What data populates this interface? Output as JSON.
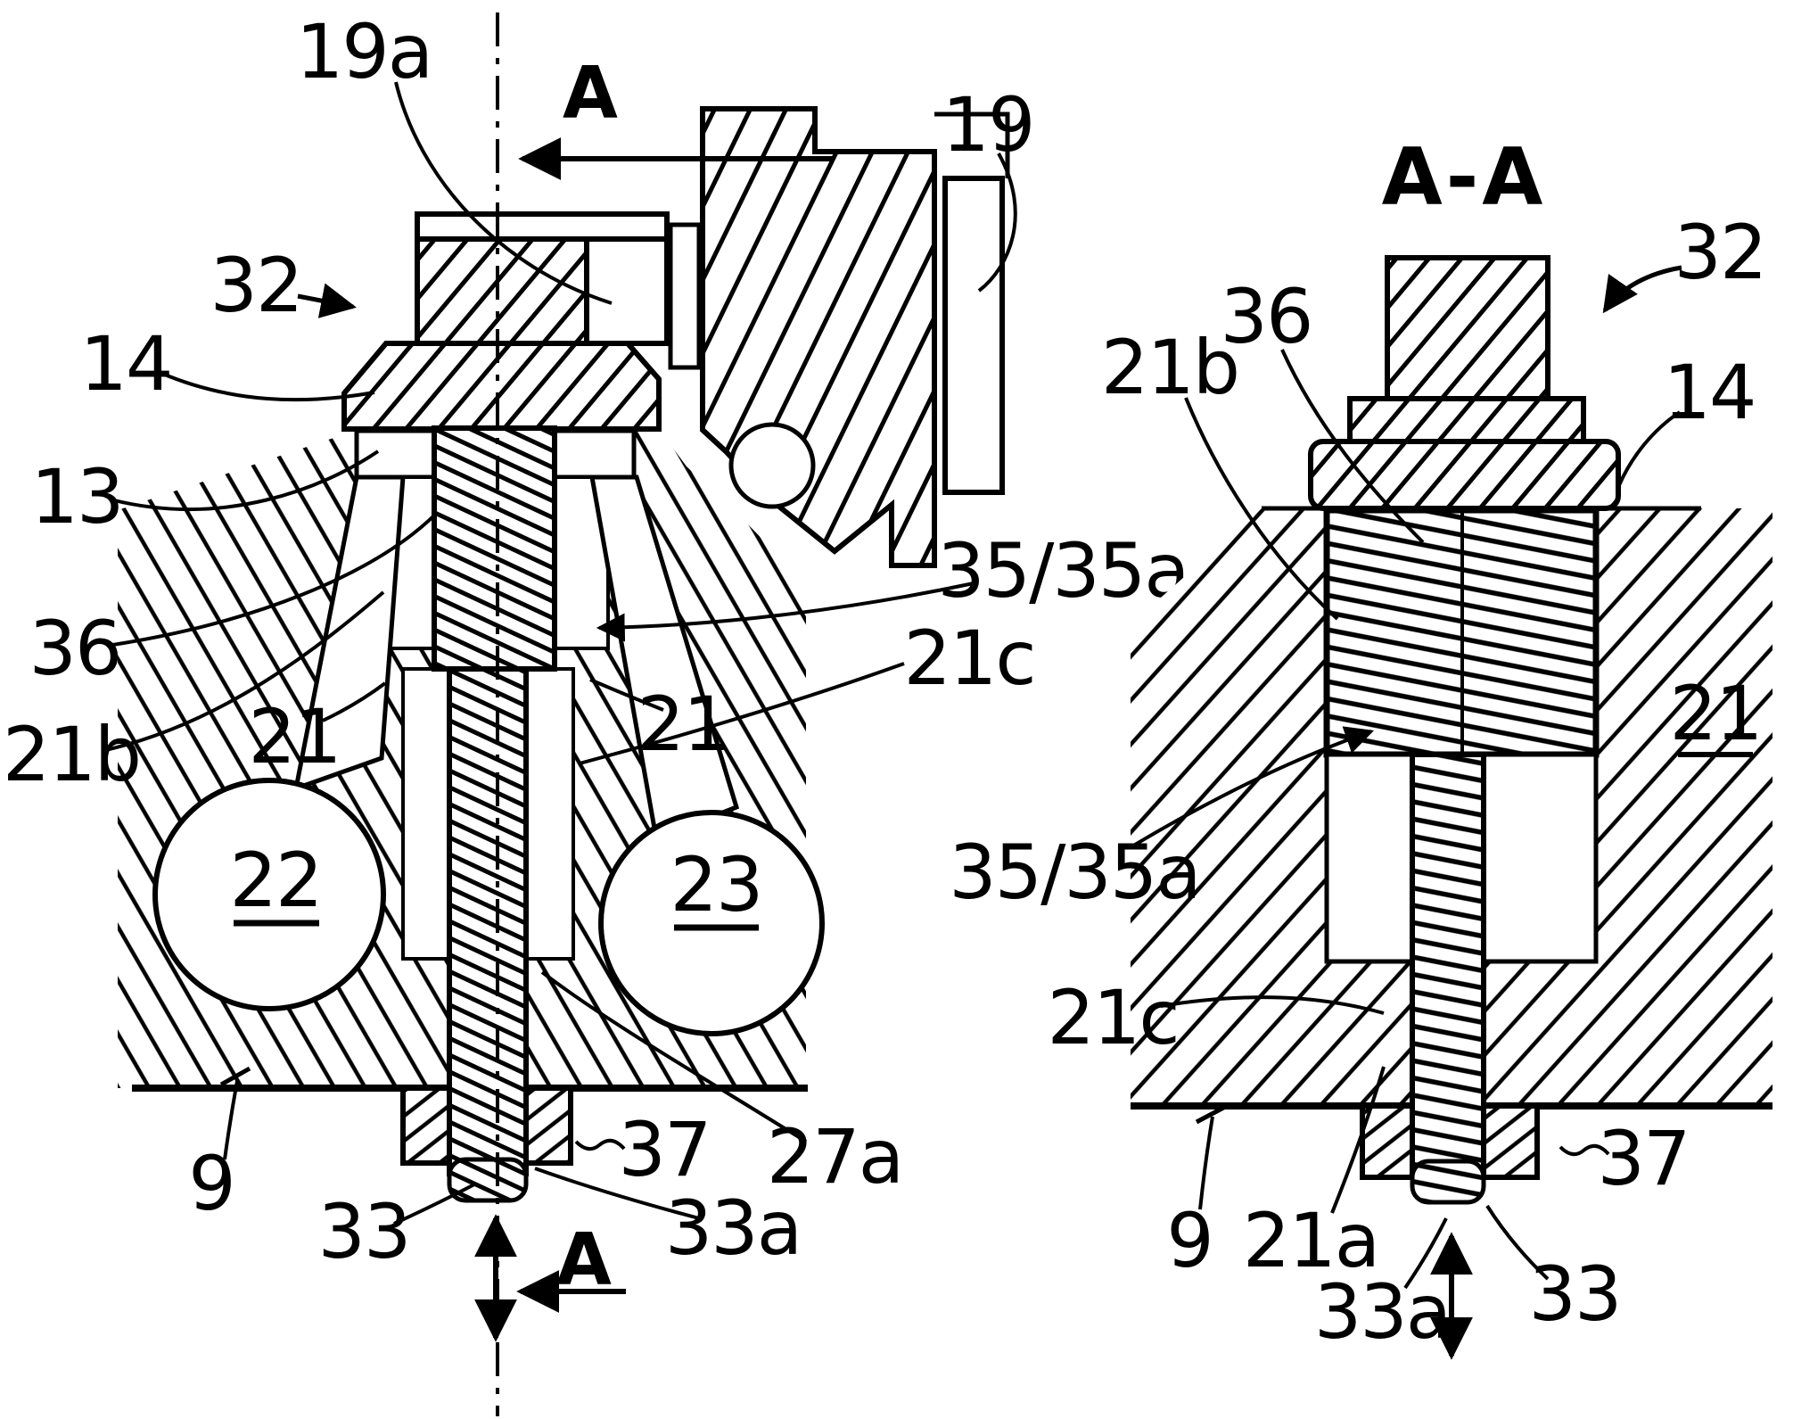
{
  "colors": {
    "ink": "#000000",
    "paper": "#ffffff"
  },
  "left_view": {
    "section_arrow_top": "A",
    "section_arrow_bottom": "A",
    "callouts": {
      "n19a": "19a",
      "n19": "19",
      "n32": "32",
      "n14": "14",
      "n13": "13",
      "n36": "36",
      "n21b": "21b",
      "n21_left": "21",
      "n21_right": "21",
      "n22": "22",
      "n23": "23",
      "n35_35a": "35/35a",
      "n21c": "21c",
      "n27a": "27a",
      "n37": "37",
      "n9": "9",
      "n33": "33",
      "n33a": "33a"
    }
  },
  "right_view": {
    "title": "A-A",
    "callouts": {
      "n32": "32",
      "n36": "36",
      "n21b": "21b",
      "n14": "14",
      "n21": "21",
      "n35_35a": "35/35a",
      "n21c": "21c",
      "n9": "9",
      "n21a": "21a",
      "n33a": "33a",
      "n33": "33",
      "n37": "37"
    }
  }
}
